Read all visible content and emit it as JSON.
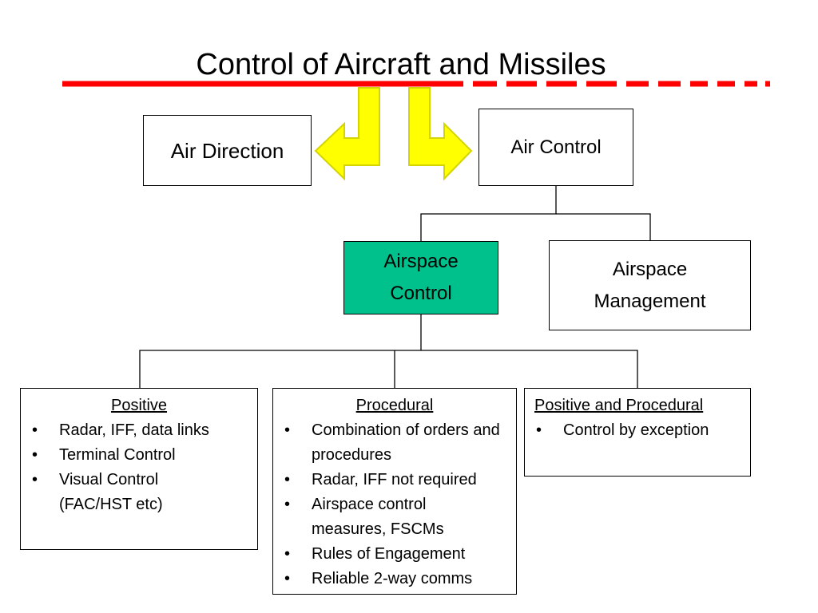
{
  "title": "Control of Aircraft and Missiles",
  "colors": {
    "title_rule": "#ff0000",
    "arrows_fill": "#ffff00",
    "arrows_stroke": "#d4d400",
    "airspace_control_fill": "#00c08c"
  },
  "boxes": {
    "air_direction": "Air Direction",
    "air_control": "Air Control",
    "airspace_control": [
      "Airspace",
      "Control"
    ],
    "airspace_management": [
      "Airspace",
      "Management"
    ]
  },
  "detail_boxes": [
    {
      "heading": "Positive",
      "bullets": [
        "Radar, IFF, data links",
        "Terminal Control",
        "Visual Control (FAC/HST etc)"
      ]
    },
    {
      "heading": "Procedural",
      "bullets": [
        "Combination of orders and procedures",
        "Radar, IFF not required",
        "Airspace control measures, FSCMs",
        "Rules of Engagement",
        "Reliable 2-way comms"
      ]
    },
    {
      "heading": "Positive and Procedural",
      "bullets": [
        "Control by exception"
      ]
    }
  ],
  "bullet_symbol": "•"
}
